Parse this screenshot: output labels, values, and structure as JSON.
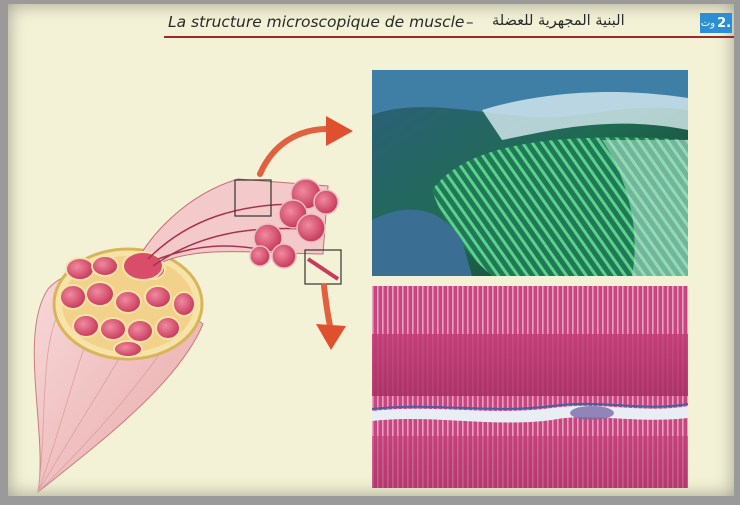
{
  "header": {
    "title_fr": "La structure microscopique de  muscle",
    "dash": "–",
    "title_ar": "البنية المجهرية للعضلة",
    "badge_prefix": "وت",
    "badge_number": "2."
  },
  "figure": {
    "illustration": "muscle-anatomy-drawing",
    "photo_top": "electron-micrograph",
    "photo_bottom": "light-micrograph"
  }
}
